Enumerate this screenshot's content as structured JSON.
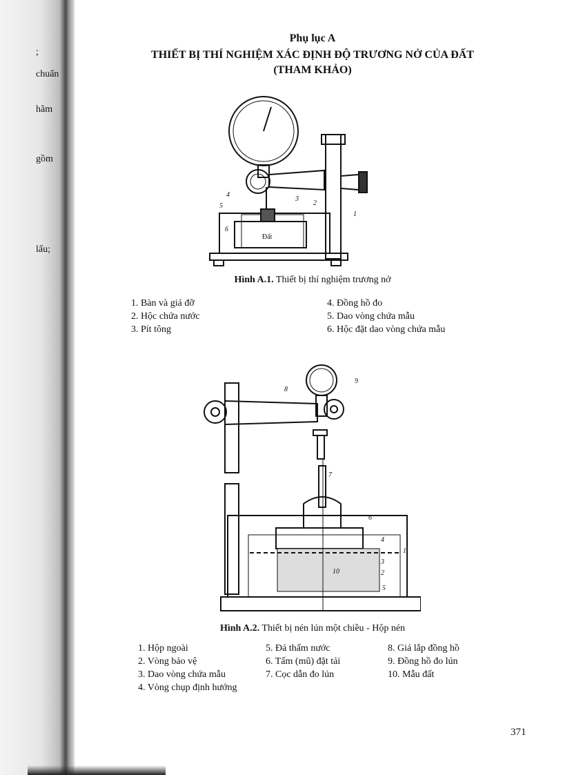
{
  "margin_fragments": [
    ";",
    "chuẩn",
    "hãm",
    "gồm",
    "lấu;"
  ],
  "heading": {
    "appendix": "Phụ lục A",
    "title": "THIẾT BỊ THÍ NGHIỆM XÁC ĐỊNH ĐỘ TRƯƠNG NỞ CỦA ĐẤT",
    "subtitle": "(THAM KHẢO)"
  },
  "figure1": {
    "label": "Hình A.1.",
    "caption": "Thiết bị thí nghiệm trương nở",
    "drawing_text": "Đất",
    "callouts": [
      "1",
      "2",
      "3",
      "4",
      "5",
      "6"
    ],
    "legend_left": [
      "1. Bàn và giá đỡ",
      "2. Hộc chứa nước",
      "3. Pít tông"
    ],
    "legend_right": [
      "4. Đồng hồ đo",
      "5. Dao vòng chứa mẫu",
      "6. Hộc đặt dao vòng chứa mẫu"
    ]
  },
  "figure2": {
    "label": "Hình A.2.",
    "caption": "Thiết bị nén lún một chiều - Hộp nén",
    "callouts": [
      "1",
      "2",
      "3",
      "4",
      "5",
      "6",
      "7",
      "8",
      "9",
      "10"
    ],
    "legend_col1": [
      "1. Hộp ngoài",
      "2. Vòng bảo vệ",
      "3. Dao vòng chứa mẫu",
      "4. Vòng chụp định hướng"
    ],
    "legend_col2": [
      "5. Đá thấm nước",
      "6. Tấm (mũ) đặt tải",
      "7. Cọc dẫn đo lún"
    ],
    "legend_col3": [
      "8. Giá lắp đồng hồ",
      "9. Đồng hồ đo lún",
      "10. Mẫu đất"
    ]
  },
  "page_number": "371"
}
